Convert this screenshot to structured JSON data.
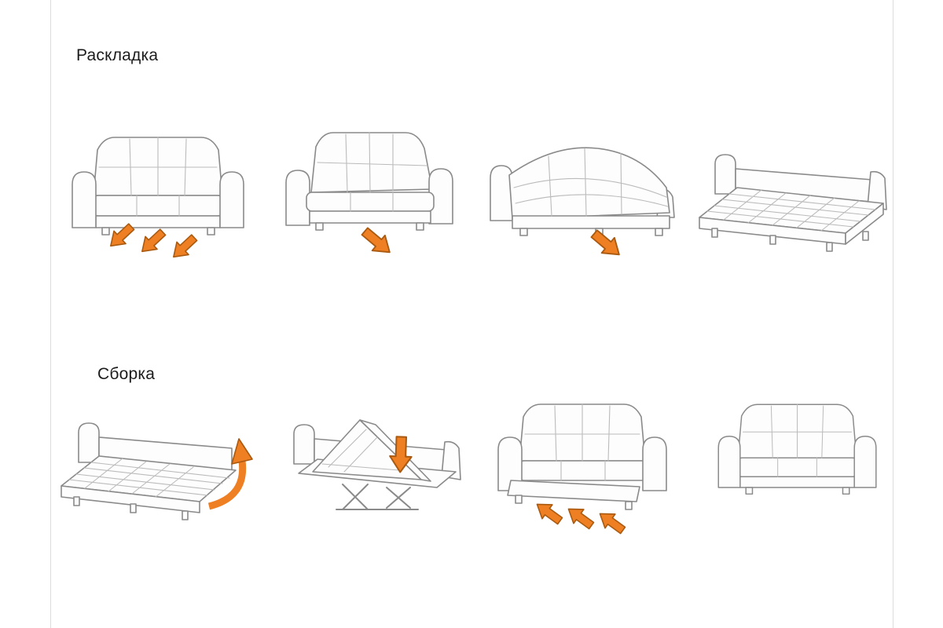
{
  "page": {
    "background": "#ffffff",
    "frame_line_color": "#dcdcdc"
  },
  "colors": {
    "arrow_fill": "#ee7f23",
    "arrow_stroke": "#aa5a10",
    "outline": "#8a8a8a",
    "seam": "#bbbbbb",
    "title_color": "#1c1c1c"
  },
  "sections": [
    {
      "id": "raskladka",
      "title": "Раскладка",
      "steps": [
        {
          "name": "unfold-step-1",
          "illustration": "sofa-closed",
          "arrows": "three-pull-out-arrows-down-left"
        },
        {
          "name": "unfold-step-2",
          "illustration": "sofa-seat-pulled",
          "arrows": "single-arrow-down-right"
        },
        {
          "name": "unfold-step-3",
          "illustration": "sofa-back-flattening",
          "arrows": "single-arrow-down-right"
        },
        {
          "name": "unfold-step-4",
          "illustration": "bed-unfolded",
          "arrows": "none"
        }
      ]
    },
    {
      "id": "sborka",
      "title": "Сборка",
      "steps": [
        {
          "name": "fold-step-1",
          "illustration": "bed-unfolded",
          "arrows": "curved-lift-arrow-up"
        },
        {
          "name": "fold-step-2",
          "illustration": "bed-section-folding",
          "arrows": "single-arrow-down"
        },
        {
          "name": "fold-step-3",
          "illustration": "sofa-closing",
          "arrows": "three-push-in-arrows-up-left"
        },
        {
          "name": "fold-step-4",
          "illustration": "sofa-closed",
          "arrows": "none"
        }
      ]
    }
  ]
}
